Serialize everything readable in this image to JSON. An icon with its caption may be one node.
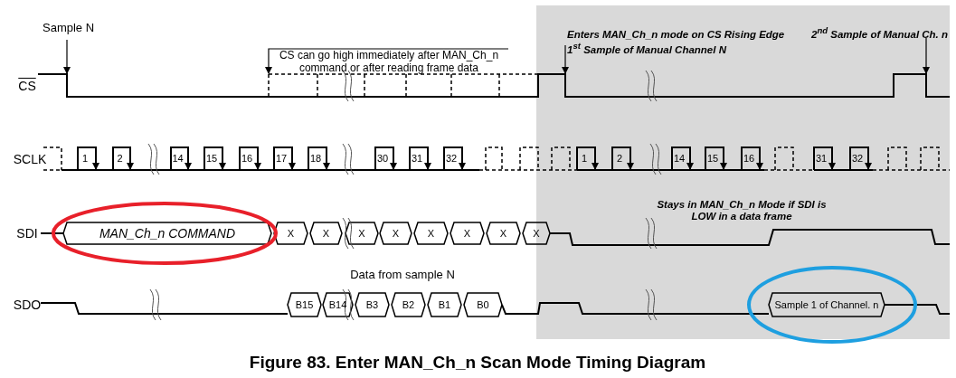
{
  "diagram": {
    "caption": "Figure 83. Enter MAN_Ch_n Scan Mode Timing Diagram",
    "nodes": [
      {
        "text": [
          "Sample N"
        ]
      },
      {
        "text": [
          "CS can go high immediately after MAN_Ch_n command or after reading frame data"
        ]
      },
      {
        "text": [
          "Enters MAN_Ch_n mode on CS Rising Edge",
          "1$^{st}$ Sample of Manual Channel N"
        ]
      },
      {
        "text": [
          "2$^{nd}$ Sample of Manual Ch. n"
        ]
      },
      {
        "text": [],
        "shape": "line"
      },
      {
        "text": [],
        "shape": "line"
      },
      {
        "text": [],
        "shape": "line"
      },
      {
        "text": [],
        "shape": "line"
      }
    ],
    "edges": [
      {
        "from": 0,
        "to": 4,
        "arrow": "to"
      },
      {
        "from": 1,
        "to": 5,
        "arrow": "to"
      },
      {
        "from": 2,
        "to": 6,
        "arrow": "to"
      },
      {
        "from": 3,
        "to": 7,
        "arrow": "to"
      }
    ],
    "labels": [
      "CS",
      "SCLK",
      "1",
      "2",
      "14",
      "15",
      "16",
      "17",
      "18",
      "30",
      "31",
      "32",
      "1",
      "2",
      "14",
      "15",
      "16",
      "31",
      "32",
      "Stays in MAN_Ch_n Mode if SDI is LOW in a data frame",
      "SDI",
      "MAN_Ch_n COMMAND",
      "X",
      "X",
      "X",
      "X",
      "X",
      "X",
      "X",
      "X",
      "Data from sample N",
      "SDO",
      "B15",
      "B14",
      "B3",
      "B2",
      "B1",
      "B0",
      "Sample 1 of Channel. n"
    ]
  }
}
